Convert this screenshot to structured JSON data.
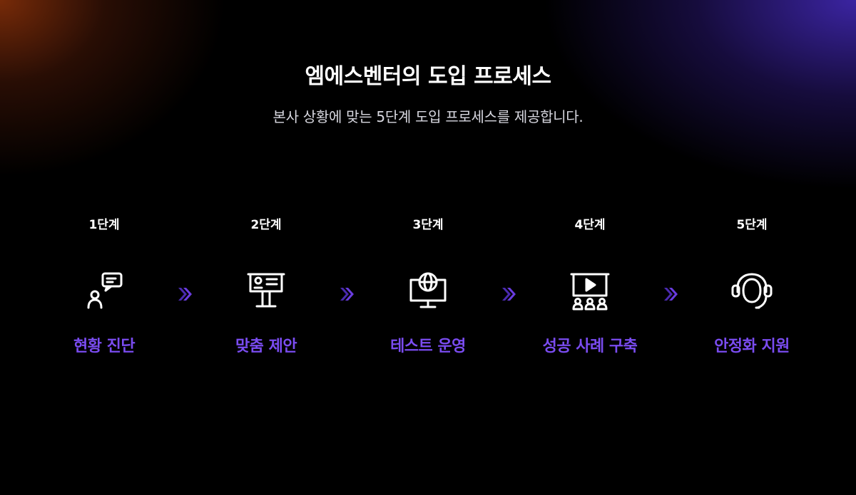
{
  "header": {
    "title": "엠에스벤터의 도입 프로세스",
    "subtitle": "본사 상황에 맞는 5단계 도입 프로세스를 제공합니다."
  },
  "steps": [
    {
      "label": "1단계",
      "name": "현황 진단",
      "icon": "consultation-icon"
    },
    {
      "label": "2단계",
      "name": "맞춤 제안",
      "icon": "presentation-board-icon"
    },
    {
      "label": "3단계",
      "name": "테스트 운영",
      "icon": "globe-monitor-icon"
    },
    {
      "label": "4단계",
      "name": "성공 사례 구축",
      "icon": "video-audience-icon"
    },
    {
      "label": "5단계",
      "name": "안정화 지원",
      "icon": "headset-icon"
    }
  ],
  "colors": {
    "accent": "#7a4cf0",
    "arrow": "#6a3ce0",
    "background": "#000000"
  }
}
